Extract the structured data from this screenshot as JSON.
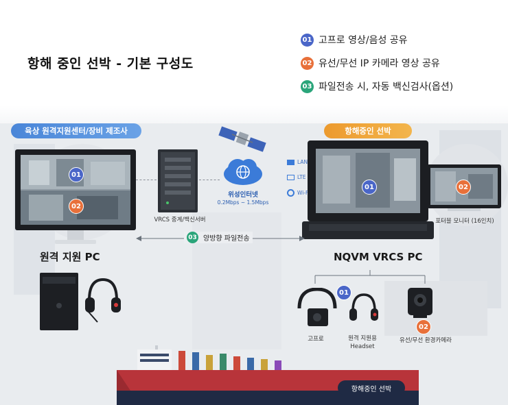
{
  "title": "항해 중인 선박 - 기본 구성도",
  "legend": [
    {
      "num": "01",
      "text": "고프로 영상/음성 공유",
      "color": "#4a66c8"
    },
    {
      "num": "02",
      "text": "유선/무선 IP 카메라 영상 공유",
      "color": "#e8703a"
    },
    {
      "num": "03",
      "text": "파일전송 시, 자동 백신검사(옵션)",
      "color": "#2aa57a"
    }
  ],
  "left_section": {
    "header": "육상 원격지원센터/장비 제조사",
    "pc_label": "원격 지원 PC",
    "screen_badges": [
      "01",
      "02"
    ]
  },
  "server": {
    "caption": "VRCS 중계/백신서버"
  },
  "satellite": {
    "label": "위성인터넷",
    "speed": "0.2Mbps ~ 1.5Mbps"
  },
  "connections": [
    "LAN",
    "LTE",
    "Wi-Fi"
  ],
  "right_section": {
    "header": "항해중인 선박",
    "pc_label": "NQVM VRCS PC",
    "screen_badge": "01"
  },
  "portable_monitor": {
    "caption": "포터블 모니터 (16인치)",
    "badge": "02"
  },
  "transfer": {
    "num": "03",
    "text": "양방향 파일전송"
  },
  "devices": {
    "gopro": {
      "caption": "고프로"
    },
    "headset": {
      "caption_line1": "원격 지원용",
      "caption_line2": "Headset"
    },
    "camera": {
      "caption": "유선/무선 환경카메라",
      "badge": "02"
    },
    "badge_01": "01"
  },
  "ship_label": "항해중인 선박",
  "colors": {
    "accent_blue": "#4a66c8",
    "accent_orange": "#e8703a",
    "accent_green": "#2aa57a",
    "left_header_bg": "#5a8fd6",
    "right_header_bg": "#f0a43a"
  }
}
